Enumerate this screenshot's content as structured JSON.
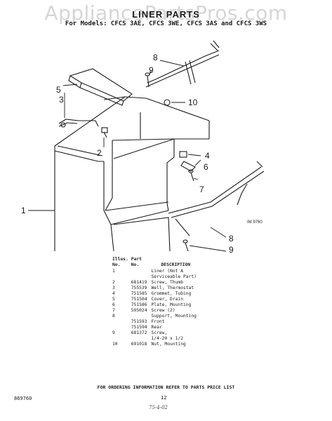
{
  "watermark": "AppliancePartsPros.com",
  "title": "LINER PARTS",
  "subtitle": "For Models: CFCS 3AE, CFCS 3WE, CFCS 3AS and CFCS 3WS",
  "diagram": {
    "callouts": [
      "1",
      "2",
      "3",
      "4",
      "5",
      "6",
      "7",
      "8",
      "9",
      "10",
      "8",
      "9"
    ],
    "image_code": "IM 9760"
  },
  "parts_table": {
    "headers": {
      "illus": "Illus. No.",
      "illus_line1": "Illus.",
      "illus_line2": "No.",
      "part_line1": "Part",
      "part_line2": "No.",
      "description": "DESCRIPTION"
    },
    "rows": [
      {
        "no": "1",
        "part": "",
        "desc": "Liner (Not A"
      },
      {
        "no": "",
        "part": "",
        "desc": "Serviceable Part)"
      },
      {
        "no": "2",
        "part": "681419",
        "desc": "Screw, Thumb"
      },
      {
        "no": "3",
        "part": "755539",
        "desc": "Well, Thermostat"
      },
      {
        "no": "4",
        "part": "751585",
        "desc": "Grommet, Tubing"
      },
      {
        "no": "5",
        "part": "751504",
        "desc": "Cover, Drain"
      },
      {
        "no": "6",
        "part": "751586",
        "desc": "Plate, Mounting"
      },
      {
        "no": "7",
        "part": "595024",
        "desc": "Screw (2)"
      },
      {
        "no": "8",
        "part": "",
        "desc": "Support, Mounting"
      },
      {
        "no": "",
        "part": "751593",
        "desc": "Front"
      },
      {
        "no": "",
        "part": "751594",
        "desc": "Rear"
      },
      {
        "no": "9",
        "part": "681372",
        "desc": "Screw,"
      },
      {
        "no": "",
        "part": "",
        "desc": "1/4-20 x 1/2"
      },
      {
        "no": "10",
        "part": "691018",
        "desc": "Nut, Mounting"
      }
    ]
  },
  "footer": {
    "ordering_info": "FOR ORDERING INFORMATION REFER TO PARTS PRICE LIST",
    "code": "869760",
    "page": "12",
    "handwritten": "75-4-02"
  }
}
